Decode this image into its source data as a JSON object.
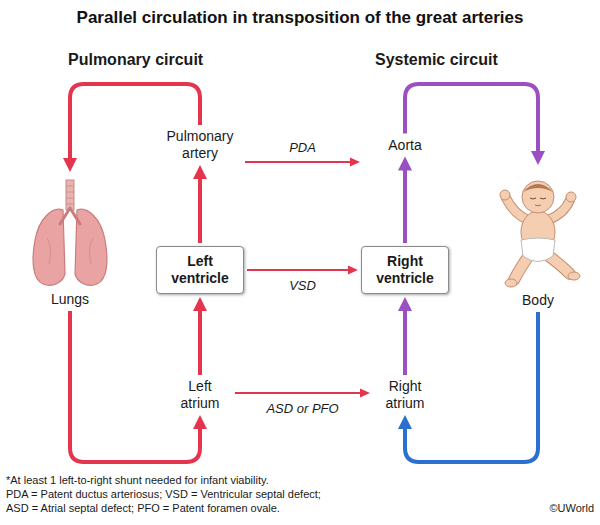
{
  "diagram": {
    "title": "Parallel circulation in transposition of the great arteries",
    "nodes": [
      {
        "text": [
          "Pulmonary artery"
        ]
      },
      {
        "text": [
          "Aorta"
        ]
      },
      {
        "text": [
          "Lungs"
        ]
      },
      {
        "text": [
          "Left ventricle"
        ]
      },
      {
        "text": [
          "Right ventricle"
        ]
      },
      {
        "text": [
          "Body"
        ]
      },
      {
        "text": [
          "Left atrium"
        ]
      },
      {
        "text": [
          "Right atrium"
        ]
      }
    ],
    "edges": [
      {
        "from": 3,
        "to": 0,
        "arrow": "to"
      },
      {
        "from": 0,
        "to": 2,
        "arrow": "to"
      },
      {
        "from": 2,
        "to": 6,
        "arrow": "to"
      },
      {
        "from": 6,
        "to": 3,
        "arrow": "to"
      },
      {
        "from": 0,
        "to": 1,
        "label": "PDA",
        "arrow": "to"
      },
      {
        "from": 3,
        "to": 4,
        "label": "VSD",
        "arrow": "to"
      },
      {
        "from": 6,
        "to": 7,
        "label": "ASD or PFO",
        "arrow": "to"
      },
      {
        "from": 7,
        "to": 4,
        "arrow": "to"
      },
      {
        "from": 4,
        "to": 1,
        "arrow": "to"
      },
      {
        "from": 1,
        "to": 5,
        "arrow": "to"
      },
      {
        "from": 5,
        "to": 7,
        "arrow": "to"
      }
    ],
    "labels": [
      "Pulmonary circuit",
      "Systemic circuit",
      "*At least 1 left-to-right shunt needed for infant viability.",
      "PDA = Patent ductus arteriosus; VSD = Ventricular septal defect;",
      "ASD = Atrial septal defect; PFO = Patent foramen ovale.",
      "©UWorld"
    ]
  }
}
